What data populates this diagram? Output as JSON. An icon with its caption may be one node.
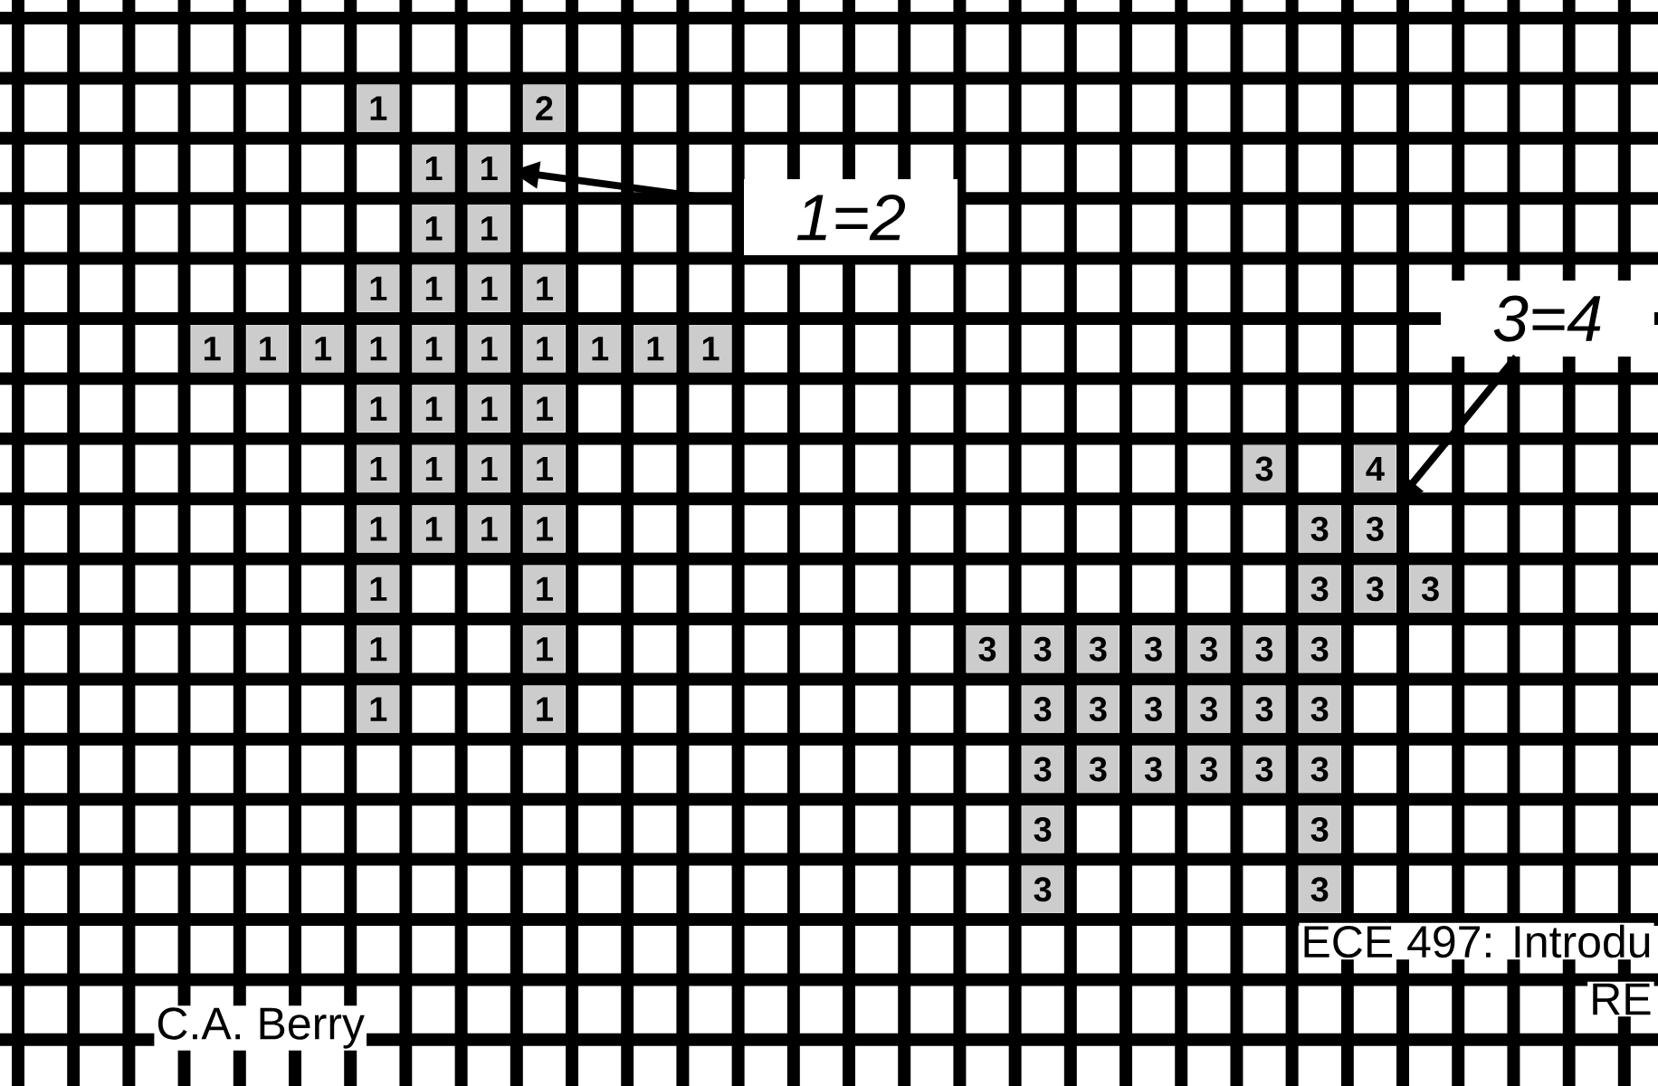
{
  "diagram": {
    "nodes": [
      {
        "text": [
          "1"
        ]
      },
      {
        "text": [
          "2"
        ]
      },
      {
        "text": [
          "1"
        ]
      },
      {
        "text": [
          "1"
        ]
      },
      {
        "text": [
          "1"
        ]
      },
      {
        "text": [
          "1"
        ]
      },
      {
        "text": [
          "1=2"
        ]
      },
      {
        "text": [
          "1"
        ]
      },
      {
        "text": [
          "1"
        ]
      },
      {
        "text": [
          "1"
        ]
      },
      {
        "text": [
          "1"
        ]
      },
      {
        "text": [
          "3=4"
        ]
      },
      {
        "text": [
          "1"
        ]
      },
      {
        "text": [
          "1"
        ]
      },
      {
        "text": [
          "1"
        ]
      },
      {
        "text": [
          "1"
        ]
      },
      {
        "text": [
          "1"
        ]
      },
      {
        "text": [
          "1"
        ]
      },
      {
        "text": [
          "1"
        ]
      },
      {
        "text": [
          "1"
        ]
      },
      {
        "text": [
          "1"
        ]
      },
      {
        "text": [
          "1"
        ]
      },
      {
        "text": [
          "1"
        ]
      },
      {
        "text": [
          "1"
        ]
      },
      {
        "text": [
          "1"
        ]
      },
      {
        "text": [
          "1"
        ]
      },
      {
        "text": [
          "1"
        ]
      },
      {
        "text": [
          "1"
        ]
      },
      {
        "text": [
          "1"
        ]
      },
      {
        "text": [
          "1"
        ]
      },
      {
        "text": [
          "3"
        ]
      },
      {
        "text": [
          "4"
        ]
      },
      {
        "text": [
          "1"
        ]
      },
      {
        "text": [
          "1"
        ]
      },
      {
        "text": [
          "1"
        ]
      },
      {
        "text": [
          "1"
        ]
      },
      {
        "text": [
          "3"
        ]
      },
      {
        "text": [
          "3"
        ]
      },
      {
        "text": [
          "1"
        ]
      },
      {
        "text": [
          "1"
        ]
      },
      {
        "text": [
          "3"
        ]
      },
      {
        "text": [
          "3"
        ]
      },
      {
        "text": [
          "3"
        ]
      },
      {
        "text": [
          "1"
        ]
      },
      {
        "text": [
          "1"
        ]
      },
      {
        "text": [
          "3"
        ]
      },
      {
        "text": [
          "3"
        ]
      },
      {
        "text": [
          "3"
        ]
      },
      {
        "text": [
          "3"
        ]
      },
      {
        "text": [
          "3"
        ]
      },
      {
        "text": [
          "3"
        ]
      },
      {
        "text": [
          "3"
        ]
      },
      {
        "text": [
          "1"
        ]
      },
      {
        "text": [
          "1"
        ]
      },
      {
        "text": [
          "3"
        ]
      },
      {
        "text": [
          "3"
        ]
      },
      {
        "text": [
          "3"
        ]
      },
      {
        "text": [
          "3"
        ]
      },
      {
        "text": [
          "3"
        ]
      },
      {
        "text": [
          "3"
        ]
      },
      {
        "text": [
          "3"
        ]
      },
      {
        "text": [
          "3"
        ]
      },
      {
        "text": [
          "3"
        ]
      },
      {
        "text": [
          "3"
        ]
      },
      {
        "text": [
          "3"
        ]
      },
      {
        "text": [
          "3"
        ]
      },
      {
        "text": [
          "3"
        ]
      },
      {
        "text": [
          "3"
        ]
      },
      {
        "text": [
          "3"
        ]
      },
      {
        "text": [
          "3"
        ]
      }
    ],
    "edges": [
      {
        "from": 6,
        "to": 3,
        "arrow": "to"
      },
      {
        "from": 11,
        "to": 37,
        "arrow": "to"
      }
    ],
    "labels": [
      "ECE 497: Introdu",
      "RE",
      "C.A. Berry"
    ]
  }
}
